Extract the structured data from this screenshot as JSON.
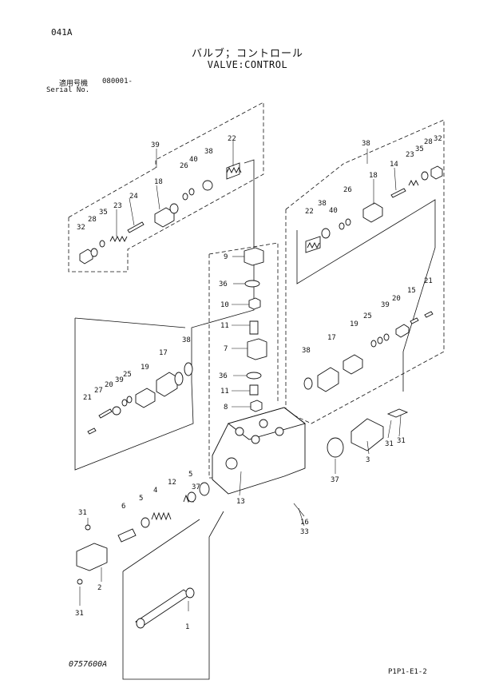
{
  "header": {
    "page_code": "041A",
    "title_jp": "バルブ；コントロール",
    "title_en": "VALVE:CONTROL",
    "serial_label_jp": "適用号機",
    "serial_value": "080001-",
    "serial_label_en": "Serial No."
  },
  "footer": {
    "drawing_no": "0757600A",
    "page_ref": "P1P1-E1-2"
  },
  "callouts": {
    "c1": "1",
    "c2": "2",
    "c3": "3",
    "c4": "4",
    "c5": "5",
    "c6": "6",
    "c7": "7",
    "c8": "8",
    "c9": "9",
    "c10": "10",
    "c11": "11",
    "c12": "12",
    "c13": "13",
    "c14": "14",
    "c15": "15",
    "c16": "16",
    "c17": "17",
    "c18": "18",
    "c19": "19",
    "c20": "20",
    "c21": "21",
    "c22": "22",
    "c23": "23",
    "c24": "24",
    "c25": "25",
    "c26": "26",
    "c27": "27",
    "c28": "28",
    "c31": "31",
    "c32": "32",
    "c33": "33",
    "c35": "35",
    "c36": "36",
    "c37": "37",
    "c38": "38",
    "c39": "39",
    "c40": "40"
  }
}
